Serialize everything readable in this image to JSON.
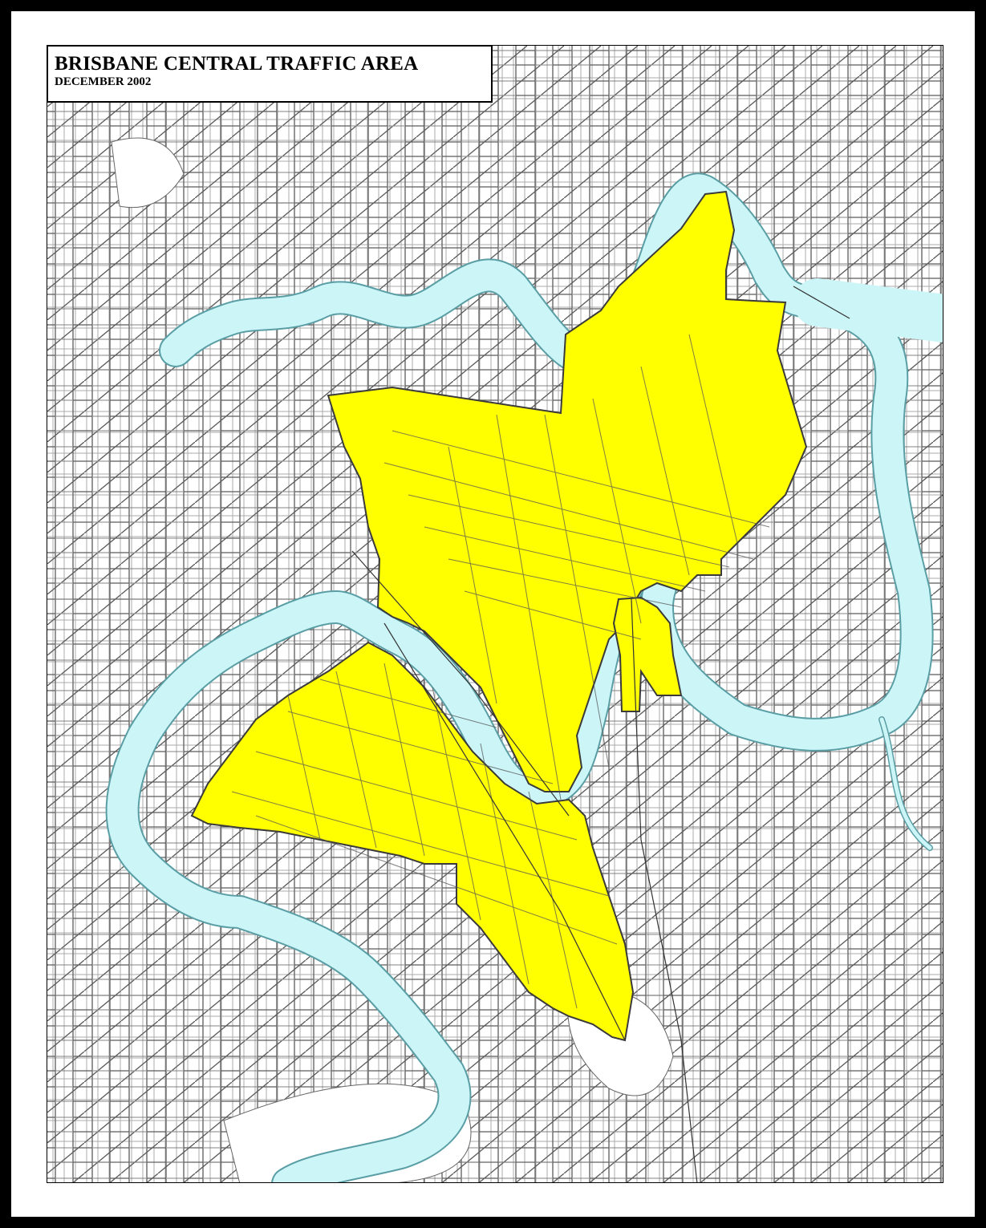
{
  "map": {
    "title": "BRISBANE CENTRAL TRAFFIC AREA",
    "subtitle": "DECEMBER 2002"
  },
  "colors": {
    "traffic_area": "#ffff00",
    "river": "#ccf5f7",
    "river_outline": "#5a9ea5",
    "streets": "#555555",
    "frame": "#000000",
    "land": "#ffffff"
  },
  "layers": [
    "street-network",
    "brisbane-river",
    "central-traffic-area"
  ]
}
